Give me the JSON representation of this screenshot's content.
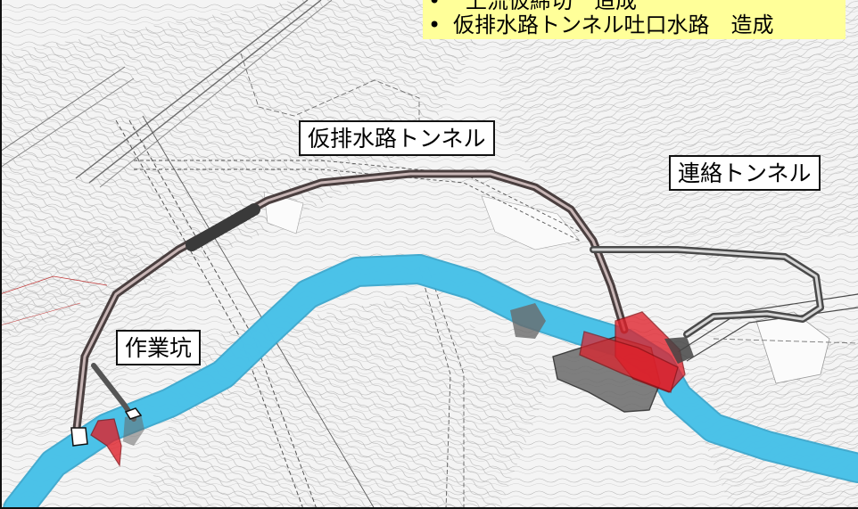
{
  "map": {
    "labels": {
      "bypass_tunnel": "仮排水路トンネル",
      "connecting_tunnel": "連絡トンネル",
      "work_shaft": "作業坑"
    },
    "notes": [
      {
        "bullet": "•",
        "text": "上流仮締切　造成"
      },
      {
        "bullet": "•",
        "text": "仮排水路トンネル吐口水路　造成"
      }
    ],
    "colors": {
      "river": "#4cc3ea",
      "river_edge": "#3aa6cc",
      "tunnel": "#5a5050",
      "tunnel_inner": "#c8b6b6",
      "red_area": "#e0202a",
      "gray_area": "#6a6a6a",
      "note_bg": "#ffff99"
    }
  }
}
